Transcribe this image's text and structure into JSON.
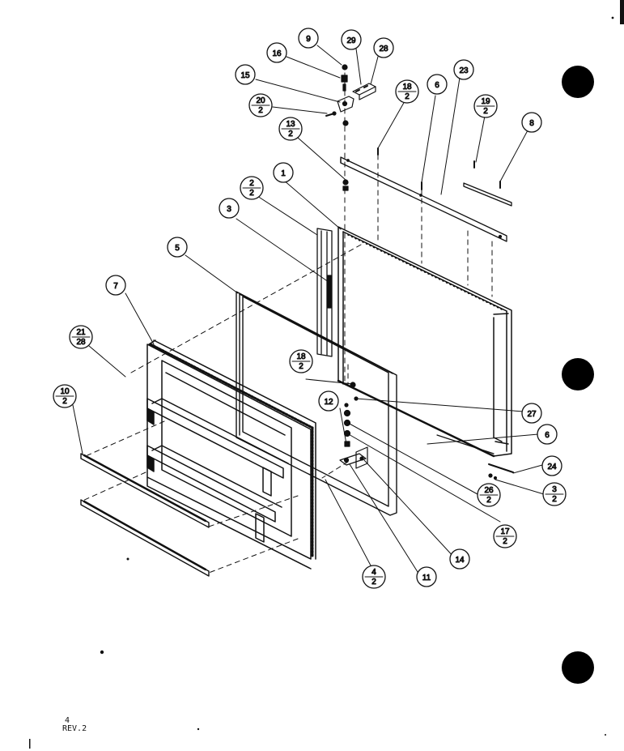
{
  "callouts": [
    {
      "id": "c9",
      "label": "9"
    },
    {
      "id": "c29",
      "label": "29"
    },
    {
      "id": "c28",
      "label": "28"
    },
    {
      "id": "c16",
      "label": "16"
    },
    {
      "id": "c15",
      "label": "15"
    },
    {
      "id": "c20",
      "label": "20",
      "sub": "2"
    },
    {
      "id": "c18a",
      "label": "18",
      "sub": "2"
    },
    {
      "id": "c6a",
      "label": "6"
    },
    {
      "id": "c23",
      "label": "23"
    },
    {
      "id": "c19",
      "label": "19",
      "sub": "2"
    },
    {
      "id": "c8",
      "label": "8"
    },
    {
      "id": "c13",
      "label": "13",
      "sub": "2"
    },
    {
      "id": "c1",
      "label": "1"
    },
    {
      "id": "c2",
      "label": "2",
      "sub": "2"
    },
    {
      "id": "c3",
      "label": "3"
    },
    {
      "id": "c5",
      "label": "5"
    },
    {
      "id": "c7",
      "label": "7"
    },
    {
      "id": "c21",
      "label": "21",
      "sub": "28"
    },
    {
      "id": "c18b",
      "label": "18",
      "sub": "2"
    },
    {
      "id": "c27",
      "label": "27"
    },
    {
      "id": "c12",
      "label": "12"
    },
    {
      "id": "c6b",
      "label": "6"
    },
    {
      "id": "c10",
      "label": "10",
      "sub": "2"
    },
    {
      "id": "c24",
      "label": "24"
    },
    {
      "id": "c26",
      "label": "26",
      "sub": "2"
    },
    {
      "id": "c3b",
      "label": "3",
      "sub": "2"
    },
    {
      "id": "c17",
      "label": "17",
      "sub": "2"
    },
    {
      "id": "c14",
      "label": "14"
    },
    {
      "id": "c4",
      "label": "4",
      "sub": "2"
    },
    {
      "id": "c11",
      "label": "11"
    }
  ],
  "footer": {
    "page_number": "4",
    "revision": "REV.2"
  }
}
